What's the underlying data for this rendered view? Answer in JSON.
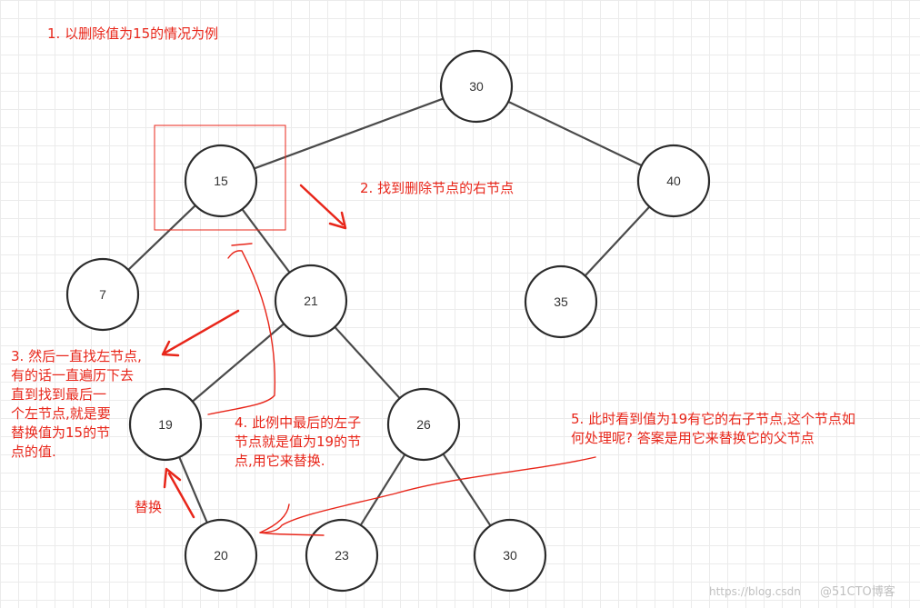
{
  "tree": {
    "nodes": [
      {
        "id": "n30",
        "label": "30"
      },
      {
        "id": "n15",
        "label": "15"
      },
      {
        "id": "n40",
        "label": "40"
      },
      {
        "id": "n7",
        "label": "7"
      },
      {
        "id": "n21",
        "label": "21"
      },
      {
        "id": "n35",
        "label": "35"
      },
      {
        "id": "n19",
        "label": "19"
      },
      {
        "id": "n26",
        "label": "26"
      },
      {
        "id": "n20",
        "label": "20"
      },
      {
        "id": "n23",
        "label": "23"
      },
      {
        "id": "n30b",
        "label": "30"
      }
    ],
    "edges": [
      [
        "n30",
        "n15"
      ],
      [
        "n30",
        "n40"
      ],
      [
        "n15",
        "n7"
      ],
      [
        "n15",
        "n21"
      ],
      [
        "n40",
        "n35"
      ],
      [
        "n21",
        "n19"
      ],
      [
        "n21",
        "n26"
      ],
      [
        "n19",
        "n20"
      ],
      [
        "n26",
        "n23"
      ],
      [
        "n26",
        "n30b"
      ]
    ],
    "highlighted_node": "n15"
  },
  "annotations": {
    "step1": "1. 以删除值为15的情况为例",
    "step2": "2. 找到删除节点的右节点",
    "step3": "3. 然后一直找左节点,\n有的话一直遍历下去\n直到找到最后一\n个左节点,就是要\n替换值为15的节\n点的值.",
    "step4": "4. 此例中最后的左子\n节点就是值为19的节\n点,用它来替换.",
    "step5": "5. 此时看到值为19有它的右子节点,这个节点如\n何处理呢? 答案是用它来替换它的父节点",
    "replace": "替换"
  },
  "watermark": {
    "url_text": "https://blog.csdn",
    "brand_text": "@51CTO博客"
  },
  "colors": {
    "annotation": "#e8261a",
    "node_stroke": "#2b2b2b",
    "edge": "#4a4a4a",
    "grid": "#ebebeb"
  }
}
